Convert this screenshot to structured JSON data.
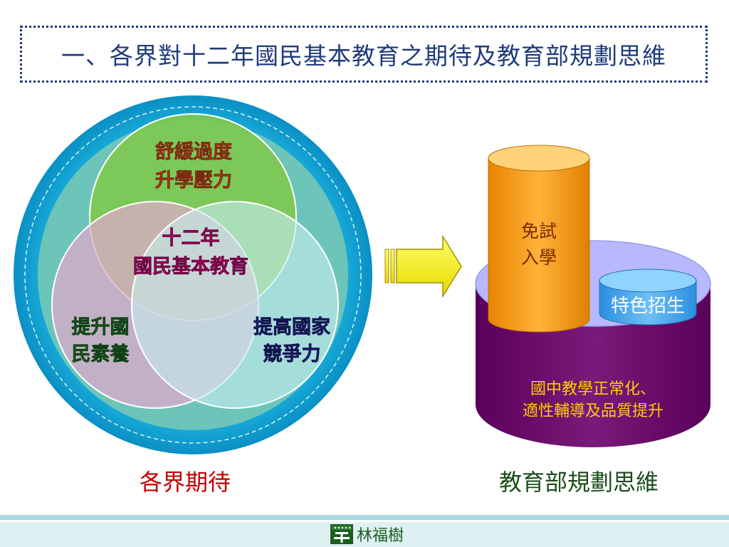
{
  "title": "一、各界對十二年國民基本教育之期待及教育部規劃思維",
  "venn": {
    "top": [
      "舒緩過度",
      "升學壓力"
    ],
    "center": [
      "十二年",
      "國民基本教育"
    ],
    "left": [
      "提升國",
      "民素養"
    ],
    "right": [
      "提高國家",
      "競爭力"
    ]
  },
  "left_caption": "各界期待",
  "cylinders": {
    "tall": [
      "免試",
      "入學"
    ],
    "small": "特色招生",
    "base": [
      "國中教學正常化、",
      "適性輔導及品質提升"
    ]
  },
  "right_caption": "教育部規劃思維",
  "footer": {
    "logo_icon": "school-emblem-icon",
    "name": "林福樹"
  },
  "colors": {
    "title": "#1f3b7a",
    "outer_ring": "#0f9fd1",
    "venn_top": "#7ec850",
    "venn_left": "#d39bbf",
    "venn_right": "#a6dfe3",
    "arrow": "#f5f000",
    "tall_cylinder": "#f59a0f",
    "small_cylinder": "#3fa6ea",
    "base_cylinder": "#660066",
    "left_caption": "#c00000",
    "right_caption": "#1a4d1a"
  }
}
